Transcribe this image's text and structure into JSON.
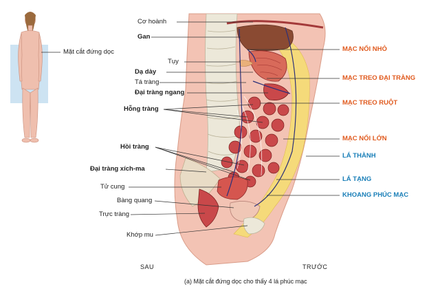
{
  "figure": {
    "inset_label": "Mặt cắt đứng dọc",
    "left_labels": [
      "Cơ hoành",
      "Gan",
      "Tụy",
      "Dạ dày",
      "Tá tràng",
      "Đại tràng ngang",
      "Hỗng tràng",
      "Hồi tràng",
      "Đại tràng xích-ma",
      "Tử cung",
      "Bàng quang",
      "Trực tràng",
      "Khớp mu"
    ],
    "right_labels": [
      "MẠC NỐI NHỎ",
      "MẠC TREO ĐẠI TRÀNG",
      "MẠC TREO RUỘT",
      "MẠC NỐI LỚN",
      "LÁ THÀNH",
      "LÁ TẠNG",
      "KHOANG PHÚC MẠC"
    ],
    "direction_back": "SAU",
    "direction_front": "TRƯỚC",
    "caption": "(a) Mặt cắt đứng dọc cho thấy 4 lá phúc mạc"
  },
  "colors": {
    "skin": "#f3c3b4",
    "fat": "#f5da7a",
    "organ_red": "#c9484a",
    "liver": "#8a4a32",
    "spine": "#e9e6d8",
    "peritoneum": "#2a2f7a",
    "label_orange": "#e05a1e",
    "label_blue": "#1a7fb8"
  }
}
